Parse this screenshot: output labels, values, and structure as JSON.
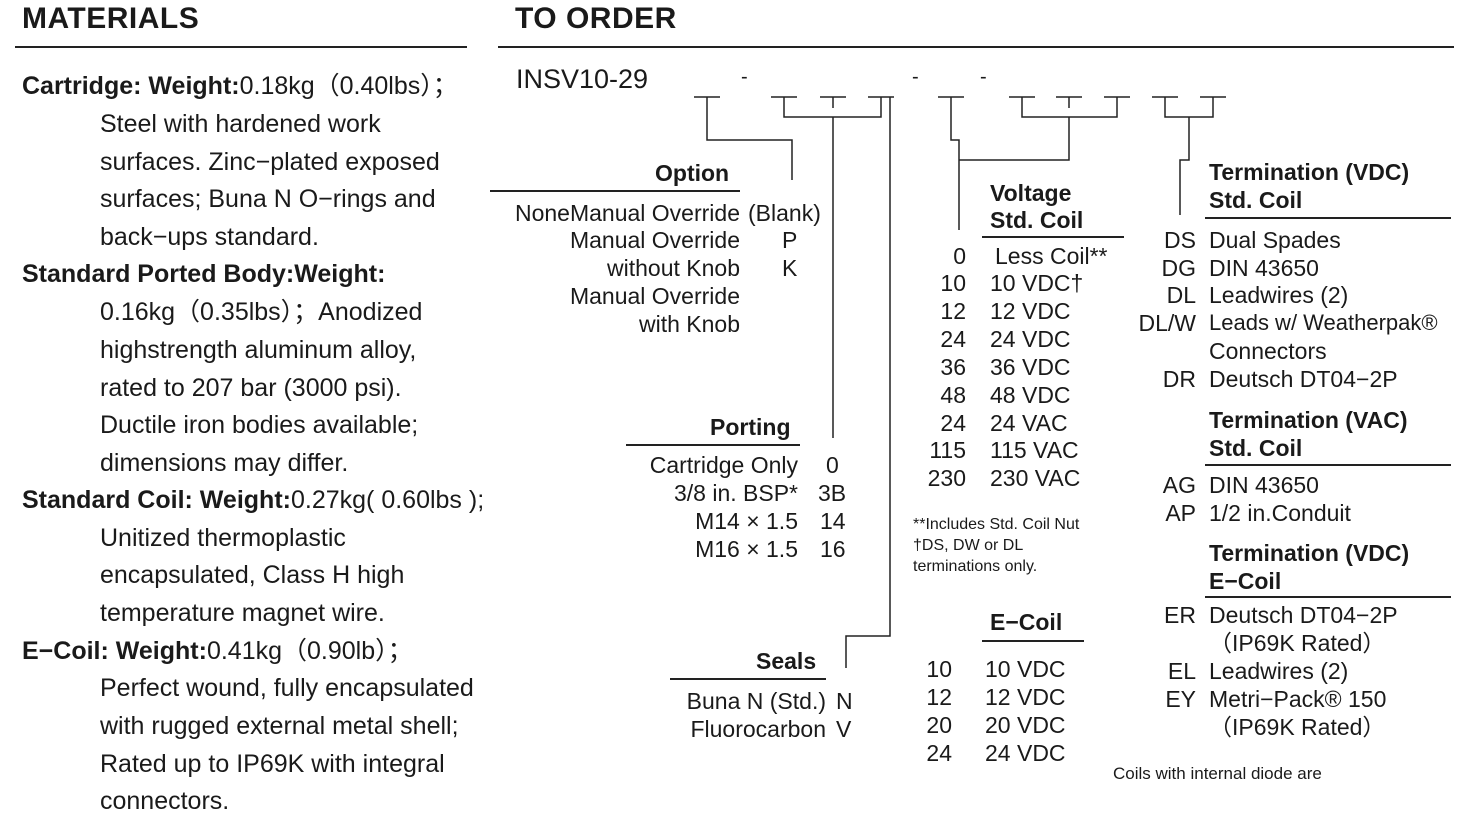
{
  "materials": {
    "heading": "MATERIALS",
    "cartridge": {
      "label": "Cartridge: Weight:",
      "weight": "0.18kg（0.40lbs）；",
      "lines": [
        "Steel with hardened work",
        "surfaces. Zinc−plated exposed",
        "surfaces; Buna N O−rings and",
        "back−ups standard."
      ]
    },
    "body": {
      "label": "Standard Ported Body:Weight:",
      "lines": [
        "0.16kg（0.35lbs）；Anodized",
        "highstrength aluminum alloy,",
        "rated to 207 bar (3000 psi).",
        "Ductile iron bodies available;",
        "dimensions may differ."
      ]
    },
    "coil": {
      "label": "Standard Coil: Weight:",
      "weight": "0.27kg( 0.60lbs );",
      "lines": [
        "Unitized thermoplastic",
        "encapsulated, Class H high",
        "temperature magnet wire."
      ]
    },
    "ecoil": {
      "label": "E−Coil: Weight:",
      "weight": "0.41kg（0.90lb）；",
      "lines": [
        "Perfect wound, fully encapsulated",
        "with rugged external metal shell;",
        "Rated up to IP69K with integral",
        "connectors."
      ]
    }
  },
  "order": {
    "heading": "TO ORDER",
    "model": "INSV10-29",
    "dash": "-",
    "option": {
      "title": "Option",
      "rows": [
        {
          "label": "NoneManual Override",
          "code": "(Blank)"
        },
        {
          "label": "Manual Override",
          "code": "P"
        },
        {
          "label": "without Knob",
          "code": "K"
        },
        {
          "label": "Manual Override",
          "code": ""
        },
        {
          "label": "with Knob",
          "code": ""
        }
      ]
    },
    "porting": {
      "title": "Porting",
      "rows": [
        {
          "label": "Cartridge Only",
          "code": "0"
        },
        {
          "label": "3/8 in. BSP*",
          "code": "3B"
        },
        {
          "label": "M14 × 1.5",
          "code": "14"
        },
        {
          "label": "M16 × 1.5",
          "code": "16"
        }
      ]
    },
    "seals": {
      "title": "Seals",
      "rows": [
        {
          "label": "Buna N (Std.)",
          "code": "N"
        },
        {
          "label": "Fluorocarbon",
          "code": "V"
        }
      ]
    },
    "voltage": {
      "title1": "Voltage",
      "title2": "Std. Coil",
      "rows": [
        {
          "code": "0",
          "label": "Less Coil**"
        },
        {
          "code": "10",
          "label": "10 VDC†"
        },
        {
          "code": "12",
          "label": "12 VDC"
        },
        {
          "code": "24",
          "label": "24 VDC"
        },
        {
          "code": "36",
          "label": "36 VDC"
        },
        {
          "code": "48",
          "label": "48 VDC"
        },
        {
          "code": "24",
          "label": "24 VAC"
        },
        {
          "code": "115",
          "label": "115 VAC"
        },
        {
          "code": "230",
          "label": "230 VAC"
        }
      ],
      "notes": [
        "**Includes Std. Coil Nut",
        "†DS, DW or DL",
        "terminations only."
      ]
    },
    "ecoil": {
      "title": "E−Coil",
      "rows": [
        {
          "code": "10",
          "label": "10 VDC"
        },
        {
          "code": "12",
          "label": "12 VDC"
        },
        {
          "code": "20",
          "label": "20 VDC"
        },
        {
          "code": "24",
          "label": "24 VDC"
        }
      ]
    },
    "term_vdc_std": {
      "title1": "Termination (VDC)",
      "title2": "Std. Coil",
      "rows": [
        {
          "code": "DS",
          "label": "Dual Spades"
        },
        {
          "code": "DG",
          "label": "DIN 43650"
        },
        {
          "code": "DL",
          "label": "Leadwires (2)"
        },
        {
          "code": "DL/W",
          "label": "Leads w/ Weatherpak®"
        },
        {
          "code": "",
          "label": "Connectors"
        },
        {
          "code": "DR",
          "label": "Deutsch DT04−2P"
        }
      ]
    },
    "term_vac_std": {
      "title1": "Termination (VAC)",
      "title2": "Std. Coil",
      "rows": [
        {
          "code": "AG",
          "label": "DIN 43650"
        },
        {
          "code": "AP",
          "label": "1/2 in.Conduit"
        }
      ]
    },
    "term_vdc_ecoil": {
      "title1": "Termination (VDC)",
      "title2": "E−Coil",
      "rows": [
        {
          "code": "ER",
          "label": "Deutsch DT04−2P"
        },
        {
          "code": "",
          "label": "（IP69K Rated）"
        },
        {
          "code": "EL",
          "label": "Leadwires (2)"
        },
        {
          "code": "EY",
          "label": "Metri−Pack® 150"
        },
        {
          "code": "",
          "label": "（IP69K Rated）"
        }
      ]
    },
    "footer_note": "Coils with internal diode are"
  }
}
